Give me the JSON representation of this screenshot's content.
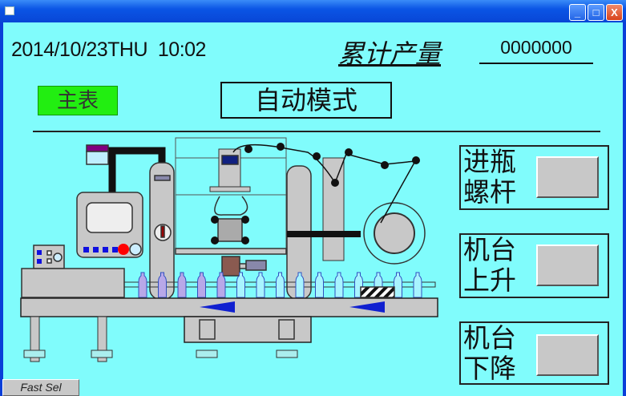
{
  "window": {
    "min_label": "_",
    "max_label": "□",
    "close_label": "X"
  },
  "header": {
    "datetime": "2014/10/23THU  10:02",
    "production_label": "累计产量",
    "production_count": "0000000"
  },
  "main_button": "主表",
  "mode": "自动模式",
  "controls": [
    {
      "label_line1": "进瓶",
      "label_line2": "螺杆"
    },
    {
      "label_line1": "机台",
      "label_line2": "上升"
    },
    {
      "label_line1": "机台",
      "label_line2": "下降"
    }
  ],
  "fast_sel": "Fast Sel",
  "colors": {
    "background": "#80fcfc",
    "main_button": "#22ee11",
    "machine": "#c8c8c8",
    "arrow": "#1020d0"
  }
}
